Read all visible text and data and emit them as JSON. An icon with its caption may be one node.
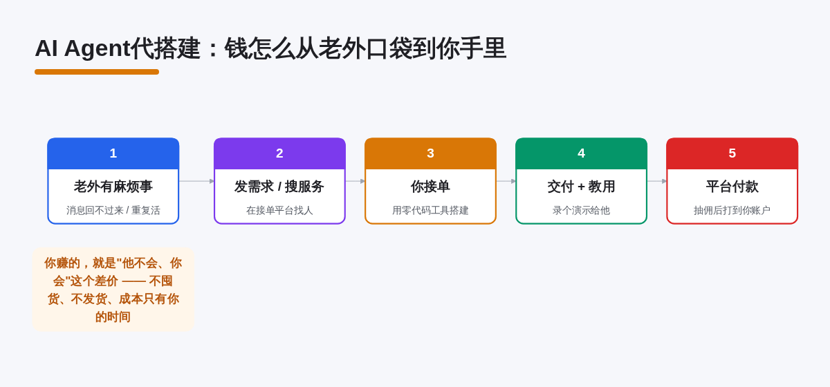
{
  "diagram": {
    "title": "AI Agent代搭建：钱怎么从老外口袋到你手里",
    "nodes": [
      {
        "text": [
          "1",
          "老外有麻烦事",
          "消息回不过来 / 重复活"
        ]
      },
      {
        "text": [
          "2",
          "发需求 / 搜服务",
          "在接单平台找人"
        ]
      },
      {
        "text": [
          "3",
          "你接单",
          "用零代码工具搭建"
        ]
      },
      {
        "text": [
          "4",
          "交付 + 教用",
          "录个演示给他"
        ]
      },
      {
        "text": [
          "5",
          "平台付款",
          "抽佣后打到你账户"
        ]
      },
      {
        "text": [
          "你赚的，就是\"他不会、你会\"这个差价 —— 不囤货、不发货、成本只有你的时间"
        ]
      }
    ],
    "edges": [
      {
        "from": 0,
        "to": 1,
        "arrow": "to"
      },
      {
        "from": 1,
        "to": 2,
        "arrow": "to"
      },
      {
        "from": 2,
        "to": 3,
        "arrow": "to"
      },
      {
        "from": 3,
        "to": 4,
        "arrow": "to"
      }
    ]
  }
}
